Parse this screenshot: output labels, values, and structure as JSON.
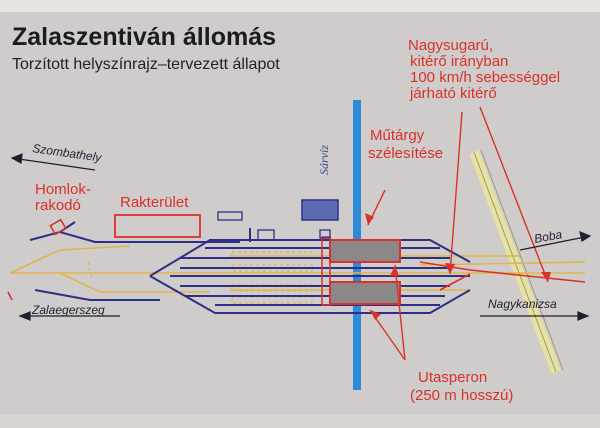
{
  "title": "Zalaszentiván állomás",
  "subtitle": "Torzított helyszínrajz–tervezett állapot",
  "river": "Sárvíz",
  "directions": {
    "szombathely": "Szombathely",
    "zalaegerszeg": "Zalaegerszeg",
    "boba": "Boba",
    "nagykanizsa": "Nagykanizsa"
  },
  "labels": {
    "curve_line1": "Nagysugarú,",
    "curve_line2": "kitérő irányban",
    "curve_line3": "100 km/h sebességgel",
    "curve_line4": "járható kitérő",
    "bridge_line1": "Műtárgy",
    "bridge_line2": "szélesítése",
    "head_line1": "Homlok-",
    "head_line2": "rakodó",
    "cargo": "Rakterület",
    "platform_line1": "Utasperon",
    "platform_line2": "(250 m hosszú)"
  },
  "colors": {
    "background": "#cfcccb",
    "track": "#2d2f86",
    "old_track": "#e2b548",
    "annotation": "#d8322a",
    "river": "#2e8ad6",
    "platform": "#8a8888"
  }
}
